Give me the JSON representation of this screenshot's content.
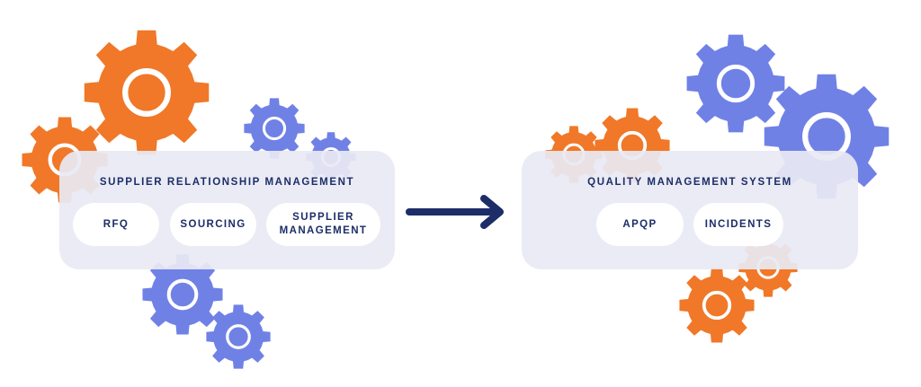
{
  "colors": {
    "orange_gear": "#f07828",
    "blue_gear": "#7081e6",
    "panel_bg": "#e8eaf3",
    "pill_bg": "#ffffff",
    "text": "#1c2d68",
    "arrow": "#1c2d68"
  },
  "left_panel": {
    "title": "SUPPLIER RELATIONSHIP MANAGEMENT",
    "items": [
      {
        "label": "RFQ"
      },
      {
        "label": "SOURCING"
      },
      {
        "label": "SUPPLIER\nMANAGEMENT"
      }
    ]
  },
  "arrow": {
    "icon": "arrow-right-icon"
  },
  "right_panel": {
    "title": "QUALITY MANAGEMENT SYSTEM",
    "items": [
      {
        "label": "APQP"
      },
      {
        "label": "INCIDENTS"
      }
    ]
  }
}
